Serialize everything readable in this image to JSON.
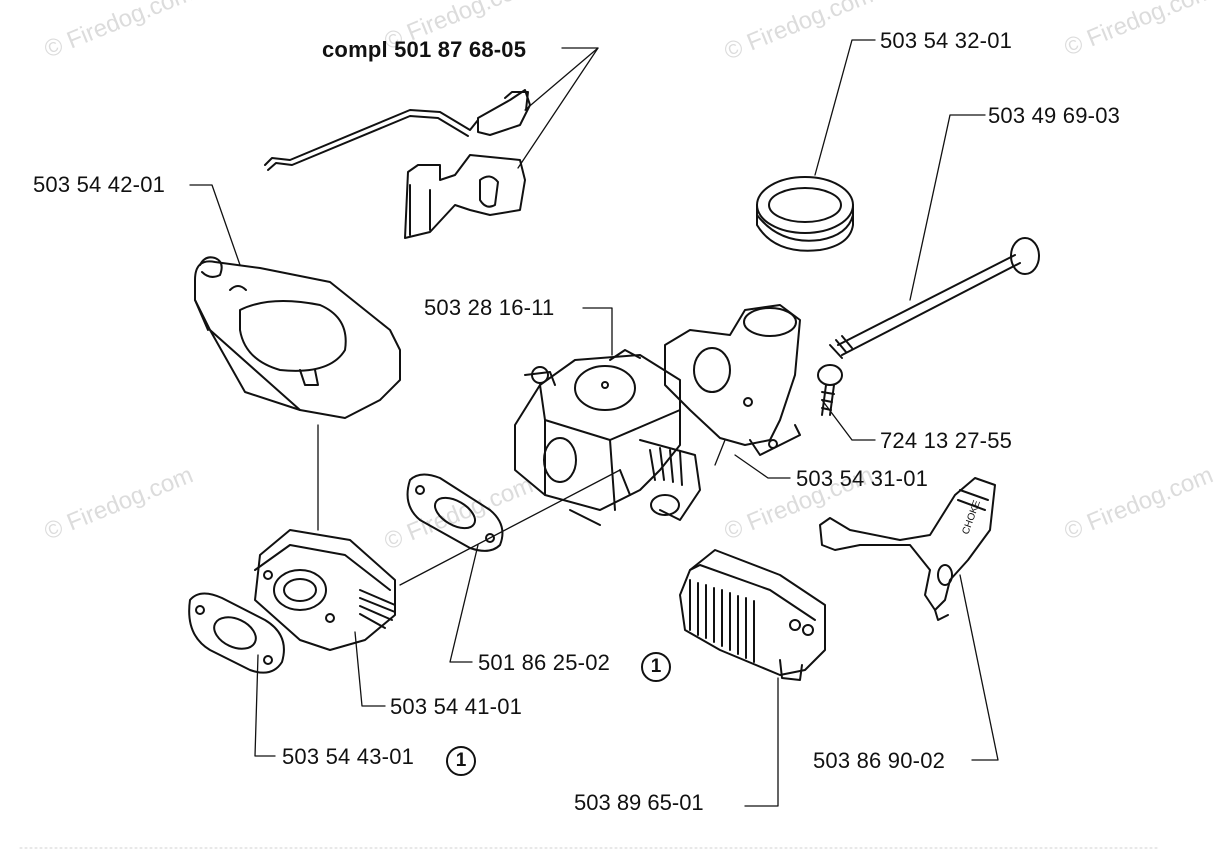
{
  "watermark": "© Firedog.com",
  "assembly_label": "compl 501 87 68-05",
  "parts": {
    "p_503_54_32_01": "503 54 32-01",
    "p_503_49_69_03": "503 49 69-03",
    "p_503_54_42_01": "503 54 42-01",
    "p_503_28_16_11": "503 28 16-11",
    "p_724_13_27_55": "724 13 27-55",
    "p_503_54_31_01": "503 54 31-01",
    "p_501_86_25_02": "501 86 25-02",
    "p_503_54_41_01": "503 54 41-01",
    "p_503_54_43_01": "503 54 43-01",
    "p_503_86_90_02": "503 86 90-02",
    "p_503_89_65_01": "503 89 65-01"
  },
  "badge_text": "1",
  "choke_text": "CHOKE"
}
